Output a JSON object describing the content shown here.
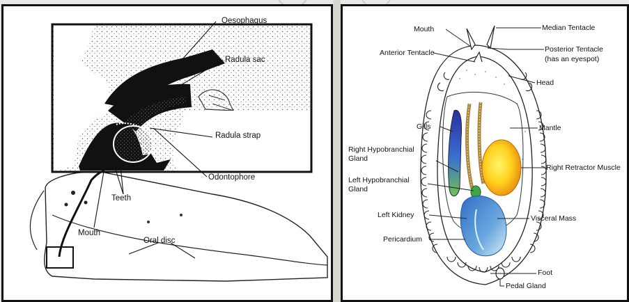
{
  "left_diagram": {
    "labels": {
      "oesophagus": "Oesophagus",
      "radula_sac": "Radula sac",
      "radula_strap": "Radula strap",
      "odontophore": "Odontophore",
      "teeth": "Teeth",
      "mouth": "Mouth",
      "oral_disc": "Oral disc"
    }
  },
  "right_diagram": {
    "labels": {
      "mouth": "Mouth",
      "median_tentacle": "Median Tentacle",
      "anterior_tentacle": "Anterior Tentacle",
      "posterior_tentacle": "Posterior Tentacle",
      "posterior_tentacle_note": "(has an eyespot)",
      "head": "Head",
      "gills": "Gills",
      "mantle": "Mantle",
      "right_hypobranchial_gland_1": "Right Hypobranchial",
      "right_hypobranchial_gland_2": "Gland",
      "right_retractor_muscle": "Right Retractor Muscle",
      "left_hypobranchial_gland_1": "Left Hypobranchial",
      "left_hypobranchial_gland_2": "Gland",
      "left_kidney": "Left Kidney",
      "visceral_mass": "Visceral Mass",
      "pericardium": "Pericardium",
      "foot": "Foot",
      "pedal_gland": "Pedal Gland"
    },
    "colors": {
      "gill_blue": "#3a4fb8",
      "gland_green": "#3fa546",
      "retractor_orange": "#f0a21a",
      "retractor_yellow": "#ffe23a",
      "visceral_blue": "#4f8fd0",
      "gill_tan": "#c9a35a"
    }
  }
}
